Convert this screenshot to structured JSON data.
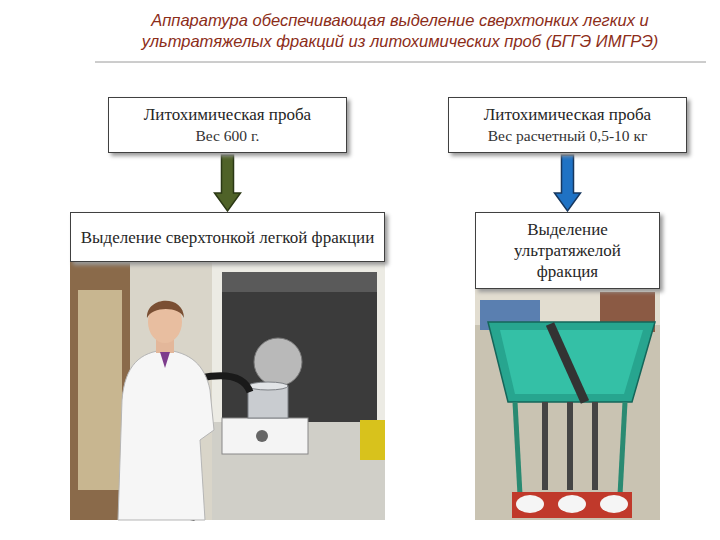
{
  "diagram": {
    "title": "Аппаратура обеспечивающая выделение сверхтонких легких и ультратяжелых фракций из литохимических проб (БГГЭ ИМГРЭ)",
    "nodes": [
      {
        "text": [
          "Литохимическая проба",
          "Вес 600 г."
        ]
      },
      {
        "text": [
          "Литохимическая проба",
          "Вес расчетный 0,5-10 кг"
        ]
      },
      {
        "text": [
          "Выделение сверхтонкой легкой фракции"
        ]
      },
      {
        "text": [
          "Выделение ультратяжелой фракция"
        ]
      }
    ],
    "edges": [
      {
        "from": 0,
        "to": 2,
        "arrow": "to"
      },
      {
        "from": 1,
        "to": 3,
        "arrow": "to"
      }
    ]
  }
}
